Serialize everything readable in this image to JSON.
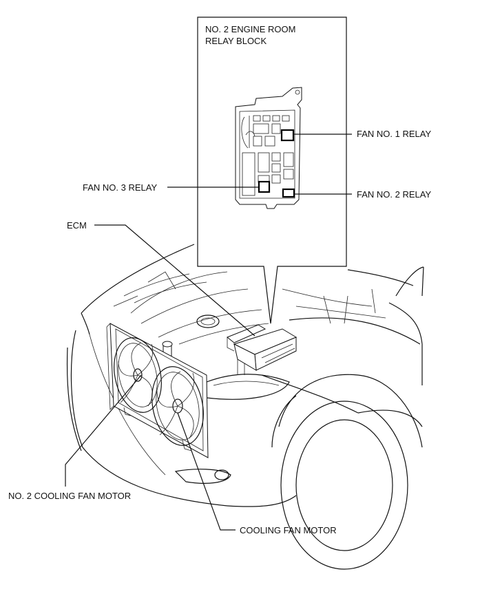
{
  "callout": {
    "title_line1": "NO. 2 ENGINE ROOM",
    "title_line2": "RELAY BLOCK"
  },
  "labels": {
    "fan1_relay": "FAN NO. 1 RELAY",
    "fan2_relay": "FAN NO. 2 RELAY",
    "fan3_relay": "FAN NO. 3 RELAY",
    "ecm": "ECM",
    "no2_cooling_fan_motor": "NO. 2 COOLING FAN MOTOR",
    "cooling_fan_motor": "COOLING FAN MOTOR"
  }
}
